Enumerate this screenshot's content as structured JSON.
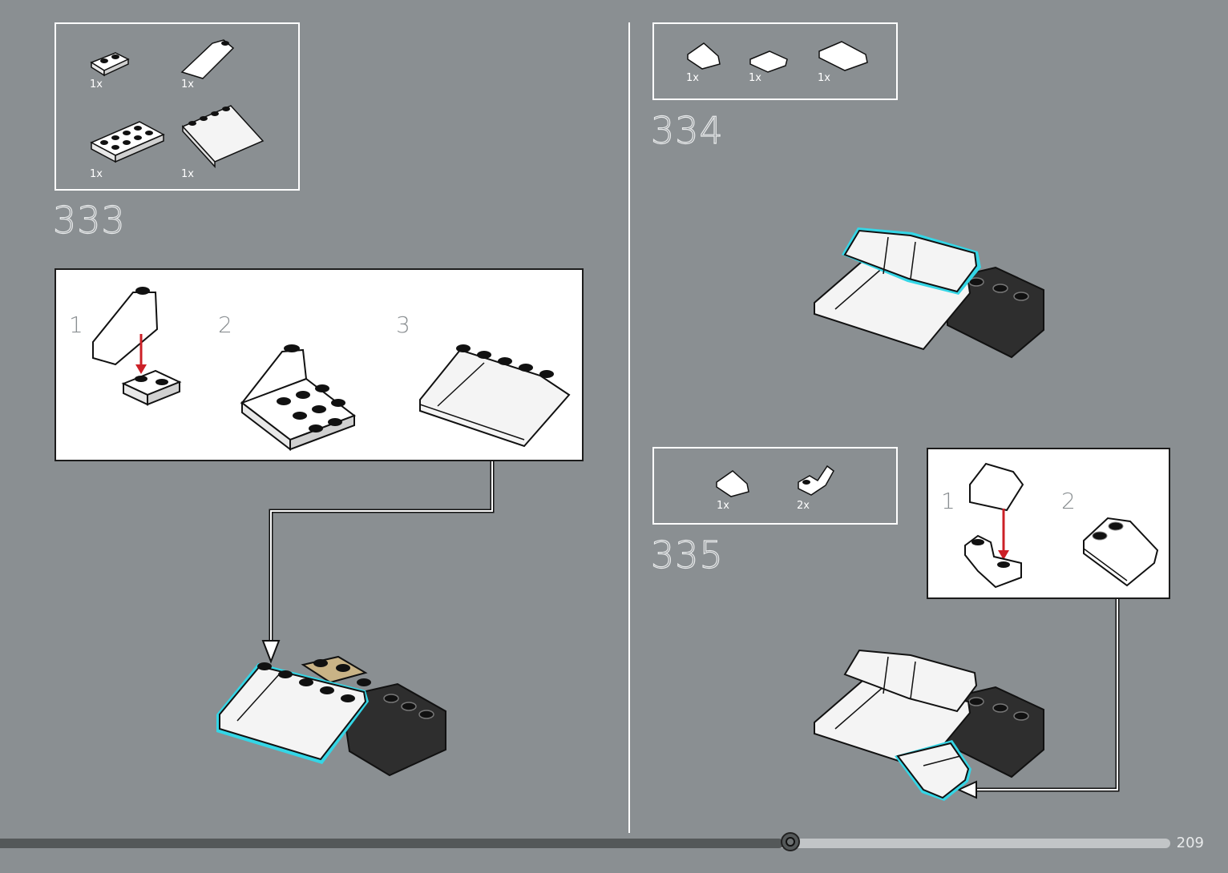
{
  "page": {
    "number": "209",
    "progress": 0.67
  },
  "steps": [
    {
      "number": "333",
      "parts": [
        {
          "qty": "1x",
          "part": "plate-1x2"
        },
        {
          "qty": "1x",
          "part": "slope-1x2"
        },
        {
          "qty": "1x",
          "part": "plate-2x4"
        },
        {
          "qty": "1x",
          "part": "slope-2x4"
        }
      ],
      "substeps": [
        "1",
        "2",
        "3"
      ]
    },
    {
      "number": "334",
      "parts": [
        {
          "qty": "1x",
          "part": "curved-slope-1x2"
        },
        {
          "qty": "1x",
          "part": "curved-slope-1x2-b"
        },
        {
          "qty": "1x",
          "part": "curved-slope-2x2"
        }
      ]
    },
    {
      "number": "335",
      "parts": [
        {
          "qty": "1x",
          "part": "curved-slope-1x2"
        },
        {
          "qty": "2x",
          "part": "bracket-inverted"
        }
      ],
      "substeps": [
        "1",
        "2"
      ]
    }
  ],
  "colors": {
    "background": "#8a8f92",
    "highlight": "#34d6e6",
    "arrow": "#cc2027",
    "tan": "#c9b386",
    "dark_brick": "#2e2e2e"
  }
}
